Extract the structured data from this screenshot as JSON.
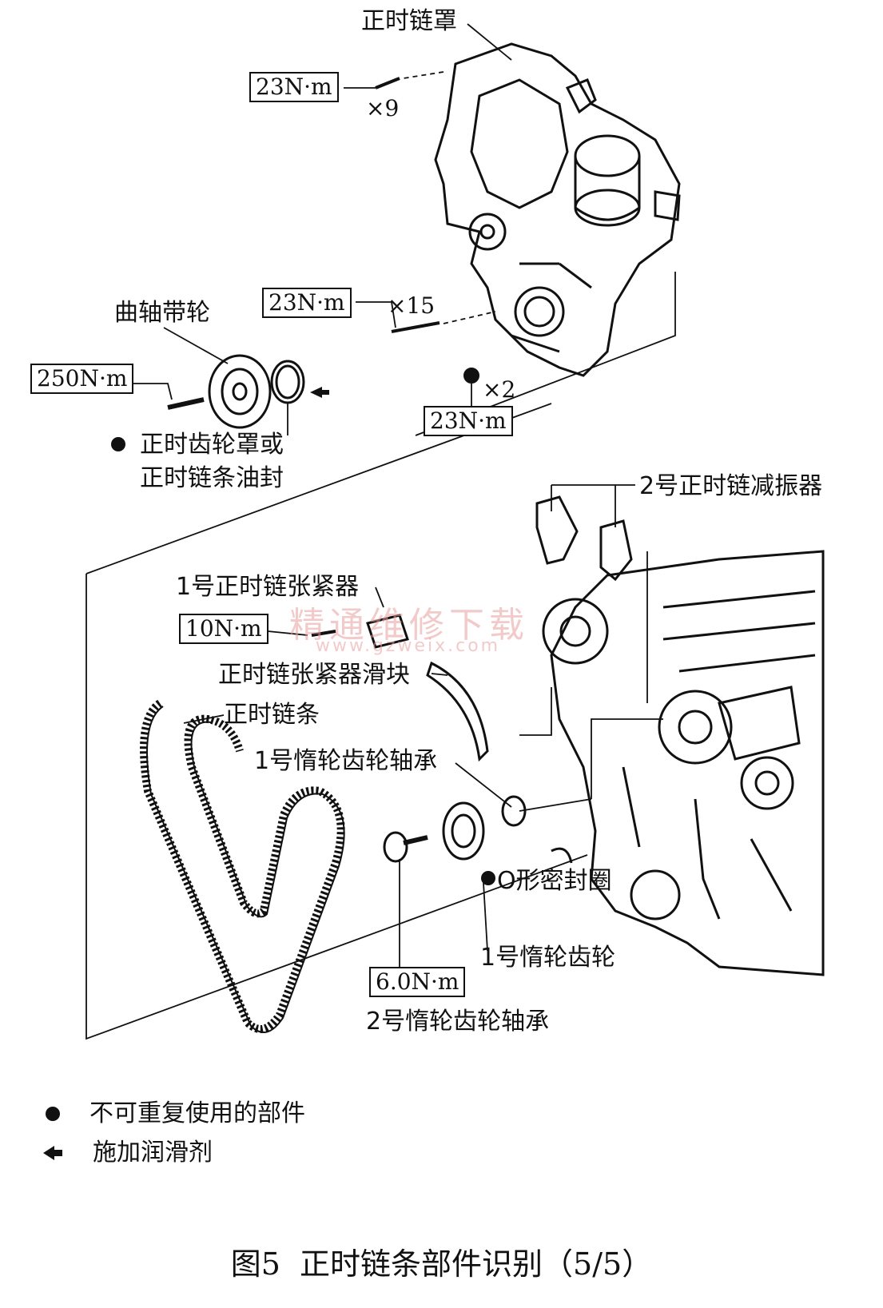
{
  "labels": {
    "timing_chain_cover": "正时链罩",
    "crank_pulley": "曲轴带轮",
    "seal_line1": "正时齿轮罩或",
    "seal_line2": "正时链条油封",
    "damper2": "2号正时链减振器",
    "tensioner1": "1号正时链张紧器",
    "tensioner_slipper": "正时链张紧器滑块",
    "chain": "正时链条",
    "idler_bearing1": "1号惰轮齿轮轴承",
    "o_ring": "O形密封圈",
    "idler_gear1": "1号惰轮齿轮",
    "idler_bearing2": "2号惰轮齿轮轴承"
  },
  "torques": {
    "cover_bolts": "23N·m",
    "cover_bolts_lower": "23N·m",
    "nuts": "23N·m",
    "pulley_bolt": "250N·m",
    "tensioner_bolt": "10N·m",
    "idler_bolt": "6.0N·m"
  },
  "counts": {
    "x9": "×9",
    "x15": "×15",
    "x2": "×2"
  },
  "legend": {
    "non_reusable": "不可重复使用的部件",
    "lubricate": "施加润滑剂"
  },
  "watermark": {
    "cn": "精通维修下载",
    "url": "www.gzweix.com"
  },
  "caption": {
    "fig": "图5",
    "title": "正时链条部件识别（5/5）"
  },
  "colors": {
    "ink": "#111111",
    "watermark": "#e8a0a0"
  }
}
